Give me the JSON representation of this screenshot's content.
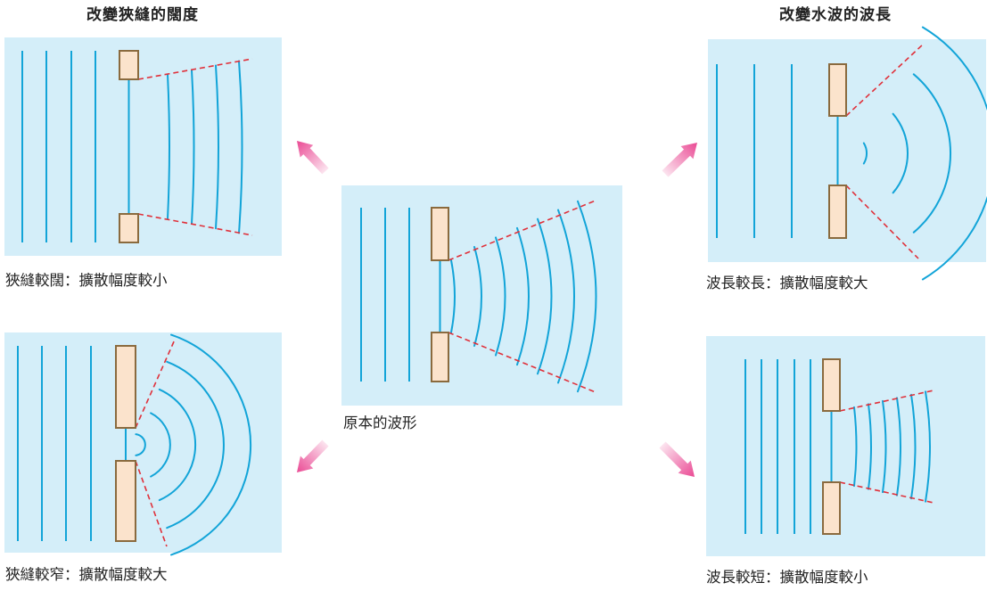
{
  "headings": {
    "slit_change": "改變狹縫的闊度",
    "wavelength_change": "改變水波的波長"
  },
  "captions": {
    "original": "原本的波形",
    "wide_slit": "狹縫較闊：擴散幅度較小",
    "narrow_slit": "狹縫較窄：擴散幅度較大",
    "long_wavelength": "波長較長：擴散幅度較大",
    "short_wavelength": "波長較短：擴散幅度較小"
  },
  "colors": {
    "water": "#d4eef9",
    "wave": "#12a4d8",
    "barrier_fill": "#fbe3cc",
    "barrier_stroke": "#8a6a3e",
    "boundary": "#e0303a",
    "arrow": "#ea4a94"
  },
  "icons": [
    "arrow-up-left-icon",
    "arrow-down-left-icon",
    "arrow-up-right-icon",
    "arrow-down-right-icon"
  ]
}
